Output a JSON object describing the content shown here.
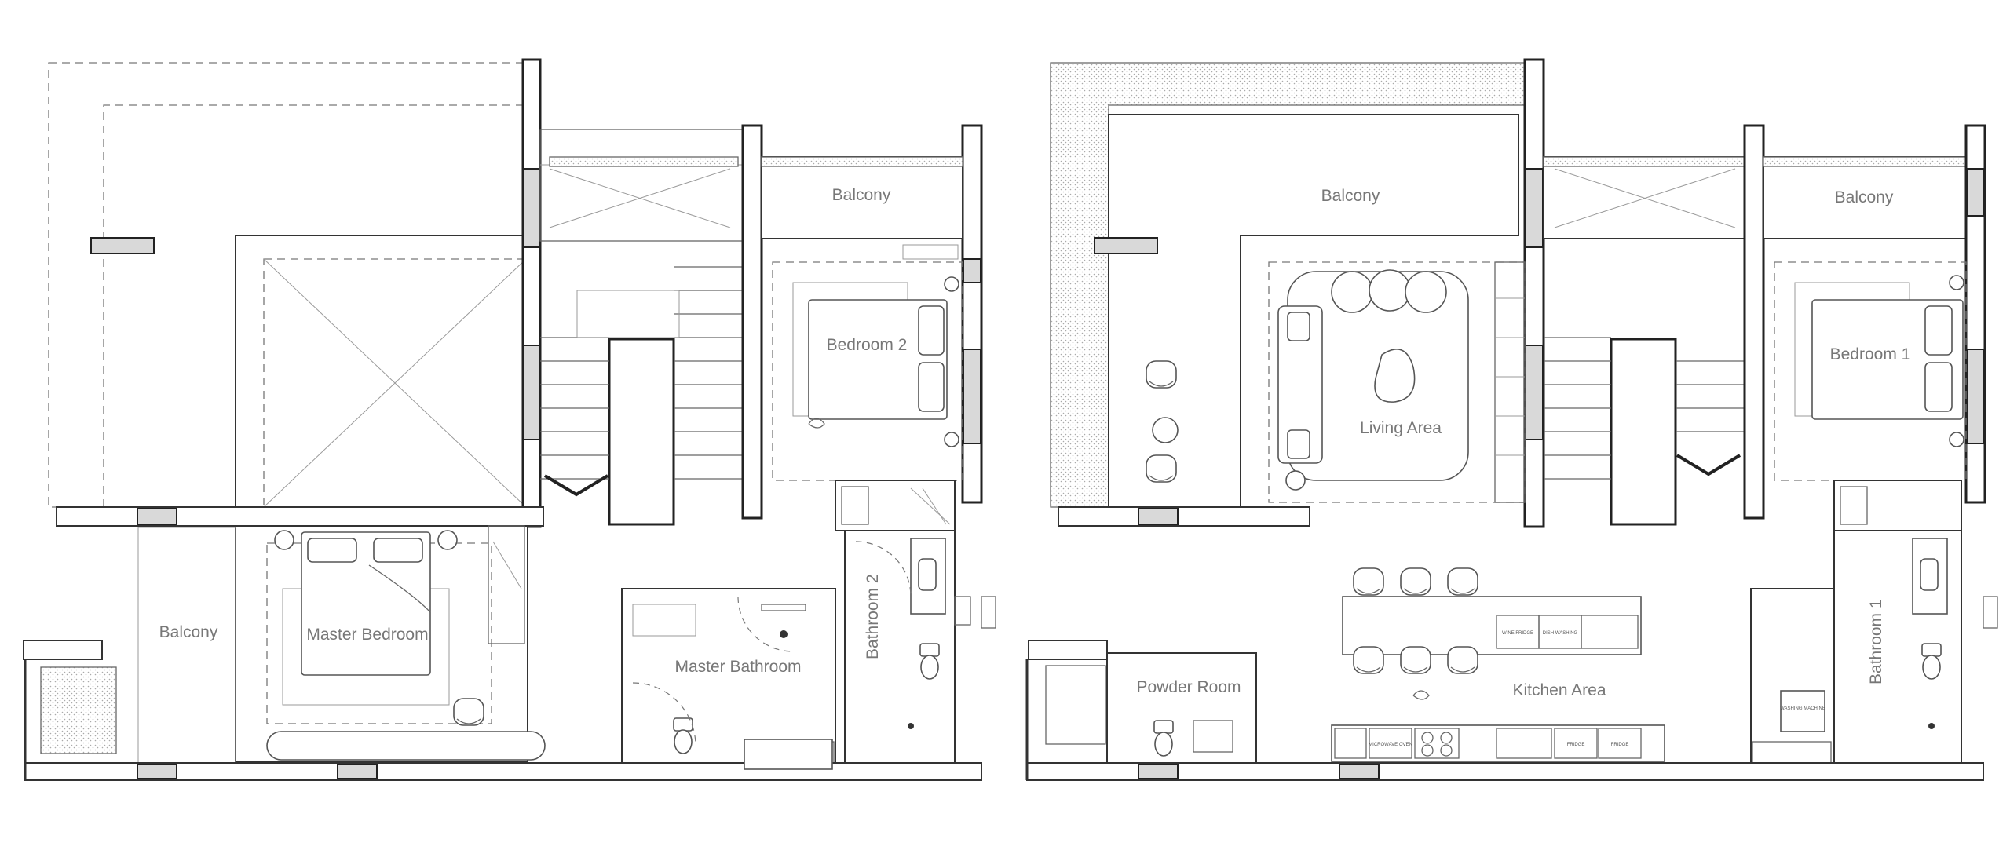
{
  "left_plan": {
    "rooms": {
      "balcony_top": "Balcony",
      "bedroom_2": "Bedroom 2",
      "balcony_left": "Balcony",
      "master_bedroom": "Master Bedroom",
      "master_bathroom": "Master Bathroom",
      "bathroom_2": "Bathroom 2"
    }
  },
  "right_plan": {
    "rooms": {
      "balcony_main": "Balcony",
      "balcony_right": "Balcony",
      "living_area": "Living Area",
      "bedroom_1": "Bedroom 1",
      "powder_room": "Powder Room",
      "kitchen_area": "Kitchen Area",
      "bathroom_1": "Bathroom 1"
    },
    "appliances": {
      "wine_fridge": "WINE FRIDGE",
      "dish_washing": "DISH WASHING",
      "microwave_oven": "MICROWAVE OVEN",
      "fridge_1": "FRIDGE",
      "fridge_2": "FRIDGE",
      "washing_machine": "WASHING MACHINE"
    }
  },
  "colors": {
    "wall": "#333333",
    "line": "#666666",
    "label": "#777777",
    "column_fill": "#d9d9d9"
  }
}
